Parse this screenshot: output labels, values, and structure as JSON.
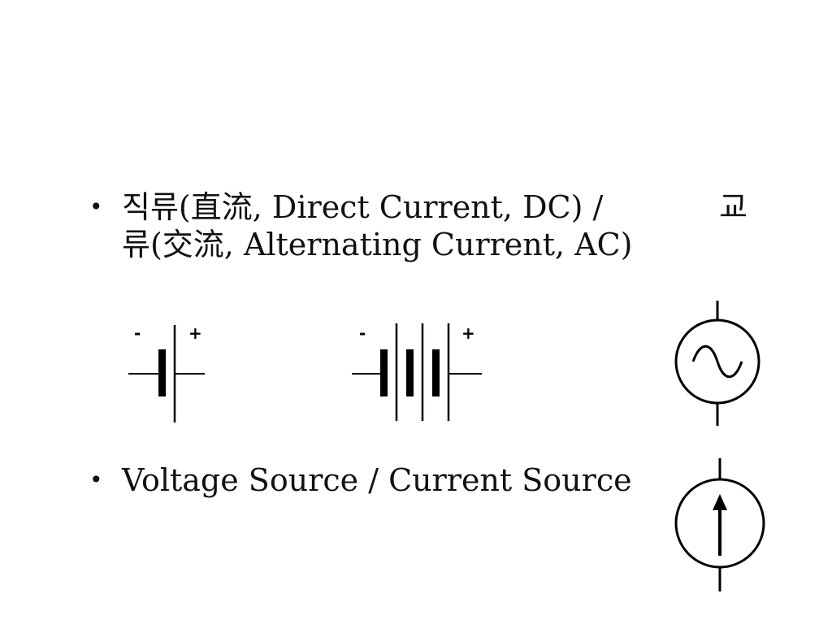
{
  "bullets": [
    {
      "marker": "•",
      "line1": "직류(直流, Direct Current, DC) /",
      "line1_tail": "교",
      "line2": "류(交流, Alternating Current, AC)"
    },
    {
      "marker": "•",
      "line1": "Voltage Source / Current Source"
    }
  ],
  "symbols": {
    "battery_single": {
      "minus": "-",
      "plus": "+"
    },
    "battery_multi": {
      "minus": "-",
      "plus": "+"
    },
    "ac_source": {
      "icon": "sine-wave-icon"
    },
    "current_source": {
      "icon": "arrow-up-icon"
    }
  }
}
